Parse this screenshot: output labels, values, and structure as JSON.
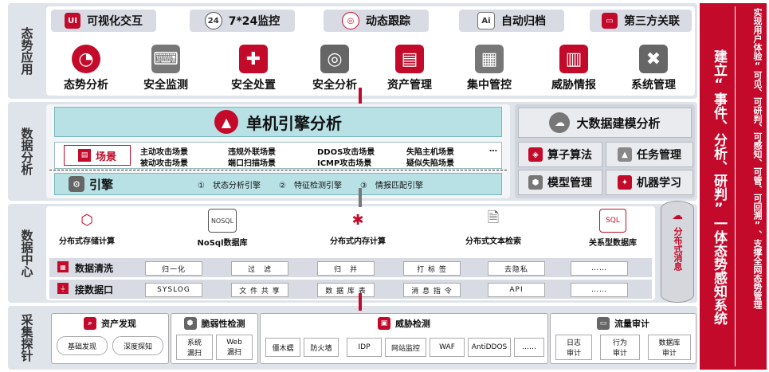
{
  "rows": {
    "situation_app": "态势应用",
    "data_analysis": "数据分析",
    "data_center": "数据中心",
    "collection": "采集探针"
  },
  "top_tags": [
    {
      "label": "可视化交互",
      "icon": "ui-icon"
    },
    {
      "label": "7*24监控",
      "icon": "clock-24-icon"
    },
    {
      "label": "动态跟踪",
      "icon": "target-icon"
    },
    {
      "label": "自动归档",
      "icon": "ai-file-icon"
    },
    {
      "label": "第三方关联",
      "icon": "monitor-icon"
    }
  ],
  "apps": [
    {
      "label": "态势分析",
      "icon": "gauge-icon",
      "glyph": "◔"
    },
    {
      "label": "安全监测",
      "icon": "keyboard-icon",
      "glyph": "⌨"
    },
    {
      "label": "安全处置",
      "icon": "first-aid-icon",
      "glyph": "✚"
    },
    {
      "label": "安全分析",
      "icon": "globe-monitor-icon",
      "glyph": "◎"
    },
    {
      "label": "资产管理",
      "icon": "server-rack-icon",
      "glyph": "▤"
    },
    {
      "label": "集中管控",
      "icon": "chip-icon",
      "glyph": "▦"
    },
    {
      "label": "威胁情报",
      "icon": "database-warning-icon",
      "glyph": "▥"
    },
    {
      "label": "系统管理",
      "icon": "tools-icon",
      "glyph": "✖"
    }
  ],
  "engine": {
    "title": "单机引擎分析",
    "scene_label": "场景",
    "scenes_col1": [
      "主动攻击场景",
      "被动攻击场景"
    ],
    "scenes_col2": [
      "违规外联场景",
      "端口扫描场景"
    ],
    "scenes_col3": [
      "DDOS攻击场景",
      "ICMP攻击场景"
    ],
    "scenes_col4": [
      "失陷主机场景",
      "疑似失陷场景"
    ],
    "scenes_more": "…",
    "engine_label": "引擎",
    "engine_items": [
      "①　状态分析引擎",
      "②　特征检测引擎",
      "③　情报匹配引擎"
    ]
  },
  "bigdata": {
    "title": "大数据建模分析",
    "buttons": [
      "算子算法",
      "任务管理",
      "模型管理",
      "机器学习"
    ]
  },
  "data_center": {
    "items": [
      "分布式存储计算",
      "NoSql数据库",
      "分布式内存计算",
      "分布式文本检索",
      "关系型数据库"
    ],
    "nosql_badge": "NO\nSQL",
    "sql_badge": "SQL",
    "cleaning_label": "数据清洗",
    "cleaning_cells": [
      "归一化",
      "过　滤",
      "归　并",
      "打 标 签",
      "去隐私",
      "……"
    ],
    "interface_label": "接数据口",
    "interface_cells": [
      "SYSLOG",
      "文 件 共 享",
      "数 据 库 表",
      "消 息 指 令",
      "API",
      "……"
    ],
    "message_queue": "分布式消息"
  },
  "collection": {
    "asset": {
      "title": "资产发现",
      "items": [
        "基础发现",
        "深度探知"
      ]
    },
    "vuln": {
      "title": "脆弱性检测",
      "items": [
        "系统\n漏扫",
        "Web\n漏扫"
      ]
    },
    "threat": {
      "title": "威胁检测",
      "items": [
        "僵木蠕",
        "防火墙",
        "IDP",
        "网站监控",
        "WAF",
        "AntiDDOS",
        "……"
      ]
    },
    "traffic": {
      "title": "流量审计",
      "items": [
        "日志\n审计",
        "行为\n审计",
        "数据库\n审计"
      ]
    }
  },
  "right_panel": {
    "big": "建立“事件、分析、研判”一体态势感知系统",
    "small": "实现用户体验“可见、可研判、可感知、可管、可回溯”、支撑全网态势管理"
  },
  "colors": {
    "accent": "#c40a2a",
    "band": "#dfe3ea",
    "teal": "#b8e1e6"
  }
}
